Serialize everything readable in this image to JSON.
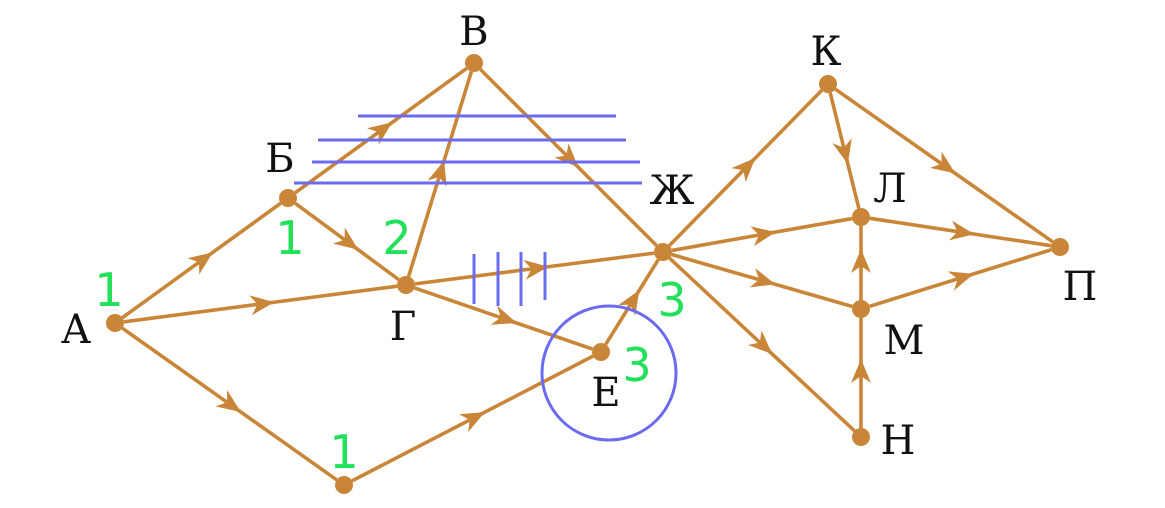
{
  "diagram": {
    "vertices": [
      {
        "id": "A",
        "label": "А"
      },
      {
        "id": "B",
        "label": "Б"
      },
      {
        "id": "V",
        "label": "В"
      },
      {
        "id": "G",
        "label": "Г"
      },
      {
        "id": "X",
        "label": ""
      },
      {
        "id": "E",
        "label": "Е"
      },
      {
        "id": "Zh",
        "label": "Ж"
      },
      {
        "id": "K",
        "label": "К"
      },
      {
        "id": "L",
        "label": "Л"
      },
      {
        "id": "M",
        "label": "М"
      },
      {
        "id": "N",
        "label": "Н"
      },
      {
        "id": "P",
        "label": "П"
      }
    ],
    "edges": [
      [
        "A",
        "B"
      ],
      [
        "A",
        "G"
      ],
      [
        "A",
        "X"
      ],
      [
        "B",
        "V"
      ],
      [
        "B",
        "G"
      ],
      [
        "G",
        "V"
      ],
      [
        "G",
        "Zh"
      ],
      [
        "G",
        "E"
      ],
      [
        "X",
        "E"
      ],
      [
        "V",
        "Zh"
      ],
      [
        "E",
        "Zh"
      ],
      [
        "Zh",
        "K"
      ],
      [
        "Zh",
        "L"
      ],
      [
        "Zh",
        "M"
      ],
      [
        "Zh",
        "N"
      ],
      [
        "K",
        "L"
      ],
      [
        "K",
        "P"
      ],
      [
        "L",
        "P"
      ],
      [
        "M",
        "L"
      ],
      [
        "M",
        "P"
      ],
      [
        "N",
        "M"
      ]
    ],
    "counts": [
      {
        "vertex": "A",
        "value": "1"
      },
      {
        "vertex": "B",
        "value": "1"
      },
      {
        "vertex": "G",
        "value": "2"
      },
      {
        "vertex": "X",
        "value": "1"
      },
      {
        "vertex": "E",
        "value": "3"
      },
      {
        "vertex": "Zh",
        "value": "3"
      }
    ],
    "crossed_out_edges": [
      {
        "from": "B",
        "to": "V",
        "marks": 4,
        "style": "horizontal"
      },
      {
        "from": "G",
        "to": "Zh",
        "marks": 4,
        "style": "vertical"
      }
    ],
    "highlighted_vertex": "E",
    "colors": {
      "edge": "#c98638",
      "count": "#22e05a",
      "annotation": "#6b6bef",
      "label": "#111111"
    }
  }
}
